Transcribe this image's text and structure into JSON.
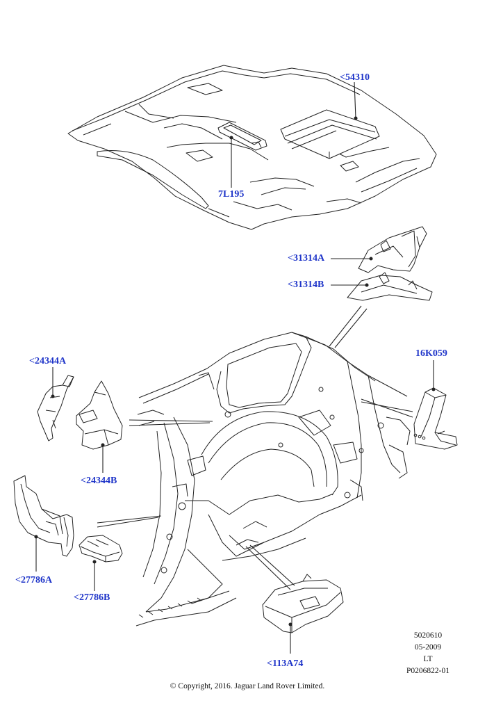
{
  "callouts": {
    "c54310": "<54310",
    "c7L195": "7L195",
    "c31314A": "<31314A",
    "c31314B": "<31314B",
    "c24344A": "<24344A",
    "c16K059": "16K059",
    "c24344B": "<24344B",
    "c27786A": "<27786A",
    "c27786B": "<27786B",
    "c113A74": "<113A74"
  },
  "info": {
    "code": "5020610",
    "date": "05-2009",
    "region": "LT",
    "ref": "P0206822-01"
  },
  "copyright": "© Copyright, 2016. Jaguar Land Rover Limited.",
  "colors": {
    "callout": "#1f35c9",
    "line": "#222222"
  }
}
